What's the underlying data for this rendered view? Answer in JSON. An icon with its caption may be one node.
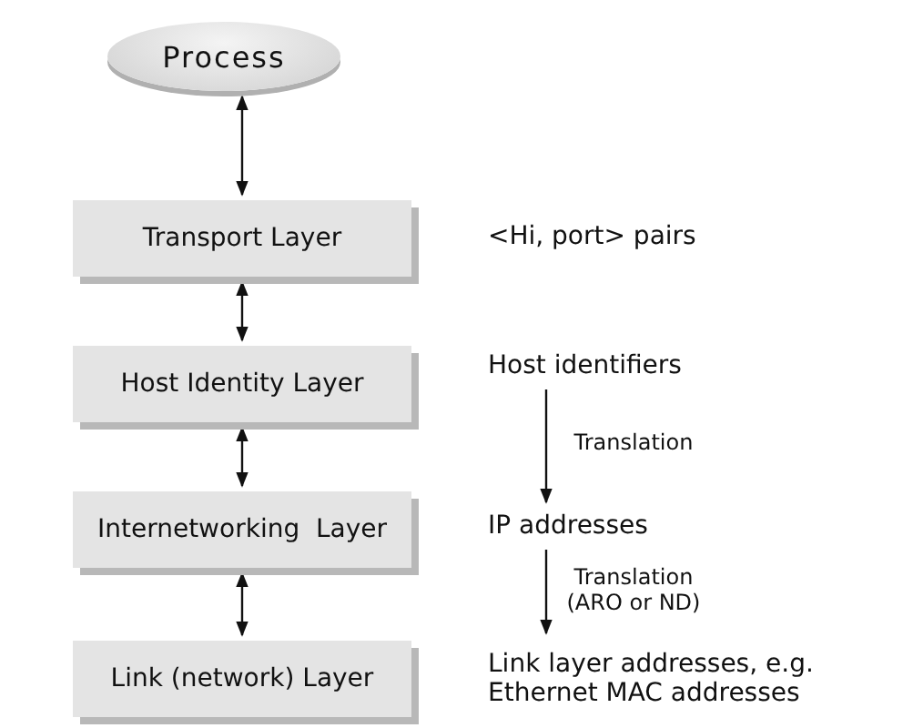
{
  "diagram": {
    "nodes": [
      {
        "text": [
          "Process"
        ]
      },
      {
        "text": [
          "Transport Layer"
        ],
        "beside": [
          "<Hi, port> pairs"
        ]
      },
      {
        "text": [
          "Host Identity Layer"
        ]
      },
      {
        "text": [
          "Internetworking  Layer"
        ]
      },
      {
        "text": [
          "Link (network) Layer"
        ]
      },
      {
        "text": [
          "Host identifiers"
        ]
      },
      {
        "text": [
          "IP addresses"
        ]
      },
      {
        "text": [
          "Link layer addresses, e.g. Ethernet MAC addresses"
        ]
      }
    ],
    "edges": [
      {
        "from": 0,
        "to": 1,
        "arrow": "both"
      },
      {
        "from": 1,
        "to": 2,
        "arrow": "both"
      },
      {
        "from": 2,
        "to": 3,
        "arrow": "both"
      },
      {
        "from": 3,
        "to": 4,
        "arrow": "both"
      },
      {
        "from": 5,
        "to": 6,
        "arrow": "to",
        "label": "Translation"
      },
      {
        "from": 6,
        "to": 7,
        "arrow": "to",
        "label": "Translation (ARO or ND)"
      }
    ]
  }
}
